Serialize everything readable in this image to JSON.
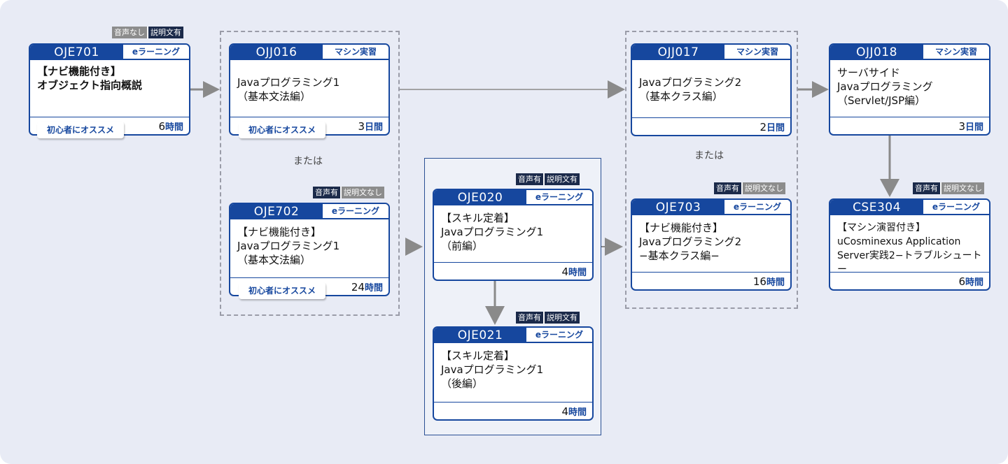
{
  "or_label": "または",
  "colors": {
    "navy": "#16479e",
    "arrow": "#8a8a8a",
    "background": "#e8ebf5"
  },
  "courses": {
    "oje701": {
      "id": "OJE701",
      "type": "eラーニング",
      "title": "【ナビ機能付き】\nオブジェクト指向概説",
      "duration_num": "6",
      "duration_unit": "時間",
      "recommend": "初心者にオススメ",
      "audio": "音声なし",
      "subtitle": "説明文有"
    },
    "ojj016": {
      "id": "OJJ016",
      "type": "マシン実習",
      "title": "Javaプログラミング1\n（基本文法編）",
      "duration_num": "3",
      "duration_unit": "日間",
      "recommend": "初心者にオススメ"
    },
    "oje702": {
      "id": "OJE702",
      "type": "eラーニング",
      "title": "【ナビ機能付き】\nJavaプログラミング1\n（基本文法編）",
      "duration_num": "24",
      "duration_unit": "時間",
      "recommend": "初心者にオススメ",
      "audio": "音声有",
      "subtitle": "説明文なし"
    },
    "oje020": {
      "id": "OJE020",
      "type": "eラーニング",
      "title": "【スキル定着】\nJavaプログラミング1\n（前編）",
      "duration_num": "4",
      "duration_unit": "時間",
      "audio": "音声有",
      "subtitle": "説明文有"
    },
    "oje021": {
      "id": "OJE021",
      "type": "eラーニング",
      "title": "【スキル定着】\nJavaプログラミング1\n（後編）",
      "duration_num": "4",
      "duration_unit": "時間",
      "audio": "音声有",
      "subtitle": "説明文有"
    },
    "ojj017": {
      "id": "OJJ017",
      "type": "マシン実習",
      "title": "Javaプログラミング2\n（基本クラス編）",
      "duration_num": "2",
      "duration_unit": "日間"
    },
    "oje703": {
      "id": "OJE703",
      "type": "eラーニング",
      "title": "【ナビ機能付き】\nJavaプログラミング2\n−基本クラス編−",
      "duration_num": "16",
      "duration_unit": "時間",
      "audio": "音声有",
      "subtitle": "説明文なし"
    },
    "ojj018": {
      "id": "OJJ018",
      "type": "マシン実習",
      "title": "サーバサイド\nJavaプログラミング\n（Servlet/JSP編）",
      "duration_num": "3",
      "duration_unit": "日間"
    },
    "cse304": {
      "id": "CSE304",
      "type": "eラーニング",
      "title": "【マシン演習付き】\nuCosminexus Application\nServer実践2−トラブルシュートー",
      "duration_num": "6",
      "duration_unit": "時間",
      "audio": "音声有",
      "subtitle": "説明文なし"
    }
  }
}
